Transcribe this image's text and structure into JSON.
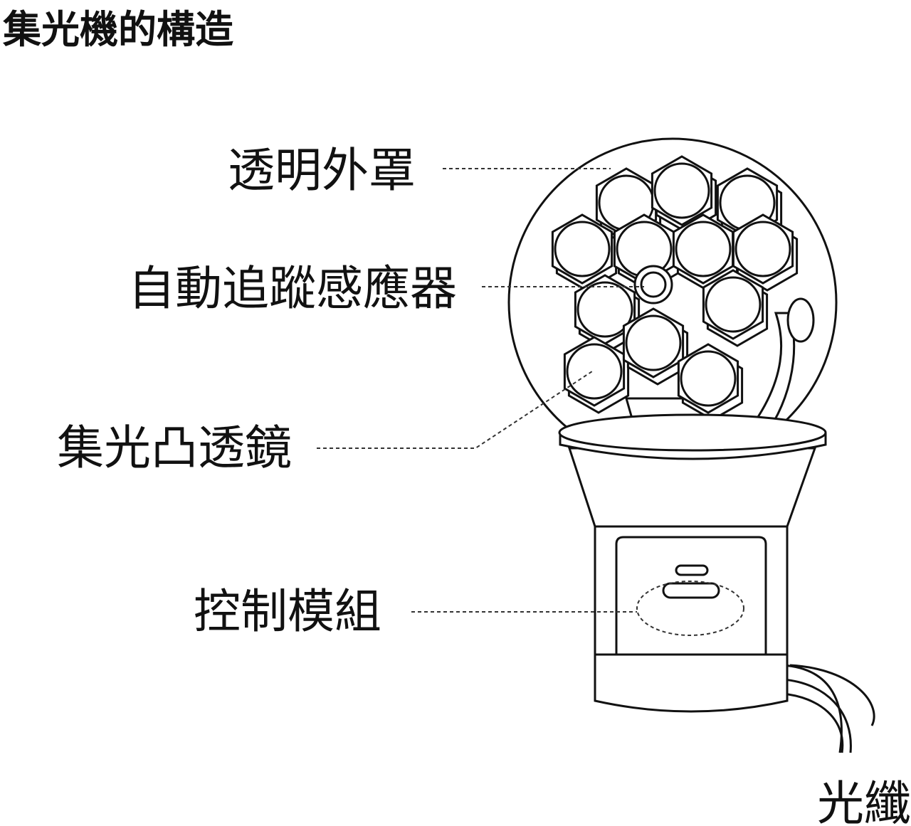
{
  "title": "集光機的構造",
  "labels": {
    "cover": "透明外罩",
    "sensor": "自動追蹤感應器",
    "lens": "集光凸透鏡",
    "control": "控制模組",
    "fiber": "光纖"
  },
  "colors": {
    "line": "#111111",
    "background": "#ffffff"
  }
}
